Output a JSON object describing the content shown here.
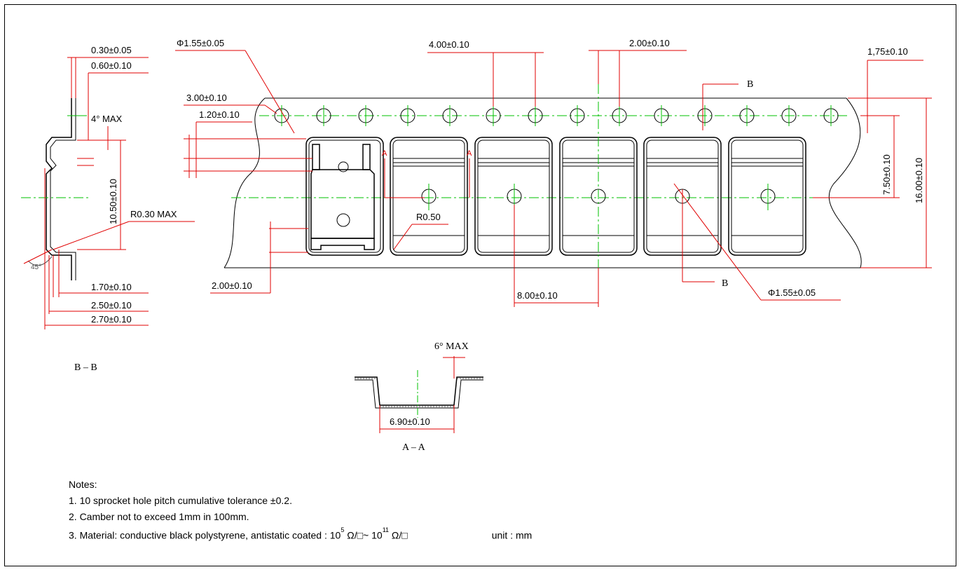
{
  "dimensions": {
    "left_hole_dia": "Φ1.55±0.05",
    "pitch_4": "4.00±0.10",
    "pitch_2": "2.00±0.10",
    "edge_175": "1,75±0.10",
    "d_300": "3.00±0.10",
    "d_120": "1.20±0.10",
    "d_030": "0.30±0.05",
    "d_060": "0.60±0.10",
    "d_4max": "4° MAX",
    "d_1050": "10.50±0.10",
    "d_r030": "R0.30 MAX",
    "d_45": "45°",
    "d_170": "1.70±0.10",
    "d_250": "2.50±0.10",
    "d_270": "2.70±0.10",
    "d_r050": "R0.50",
    "d_200b": "2.00±0.10",
    "d_800": "8.00±0.10",
    "right_hole_dia": "Φ1.55±0.05",
    "d_750": "7.50±0.10",
    "d_1600": "16.00±0.10",
    "d_6max": "6° MAX",
    "d_690": "6.90±0.10"
  },
  "labels": {
    "b_top": "B",
    "b_bottom": "B",
    "section_bb": "B – B",
    "section_aa": "A – A",
    "a_mark_1": "A",
    "a_mark_2": "A"
  },
  "notes": {
    "heading": "Notes:",
    "line1": "1. 10 sprocket hole pitch cumulative tolerance ±0.2.",
    "line2": "2. Camber not to exceed 1mm in 100mm.",
    "line3_prefix": "3. Material: conductive black polystyrene, antistatic coated : 10",
    "line3_exp1": "5",
    "line3_mid": " Ω/□~ 10",
    "line3_exp2": "11",
    "line3_suffix": " Ω/□",
    "unit": "unit : mm"
  }
}
